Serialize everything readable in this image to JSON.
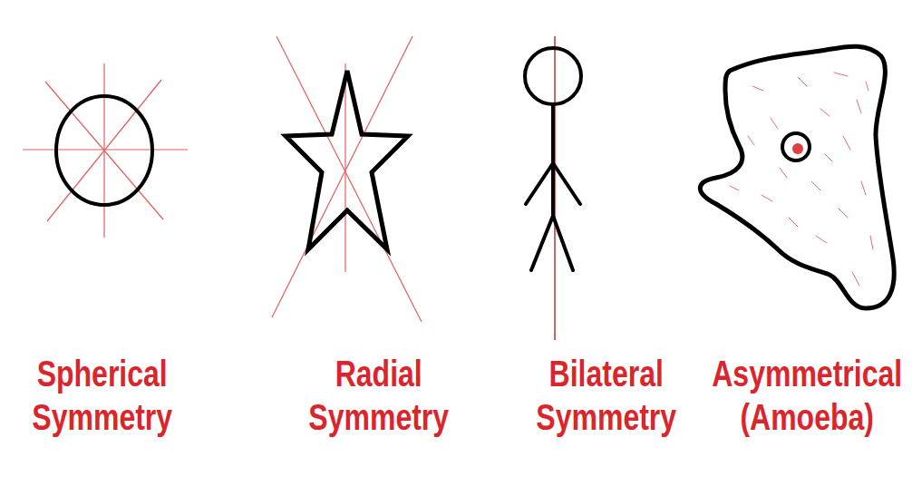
{
  "diagram": {
    "labels": [
      "Spherical Symmetry",
      "Radial Symmetry",
      "Bilateral Symmetry",
      "Asymmetrical (Amoeba)"
    ]
  }
}
